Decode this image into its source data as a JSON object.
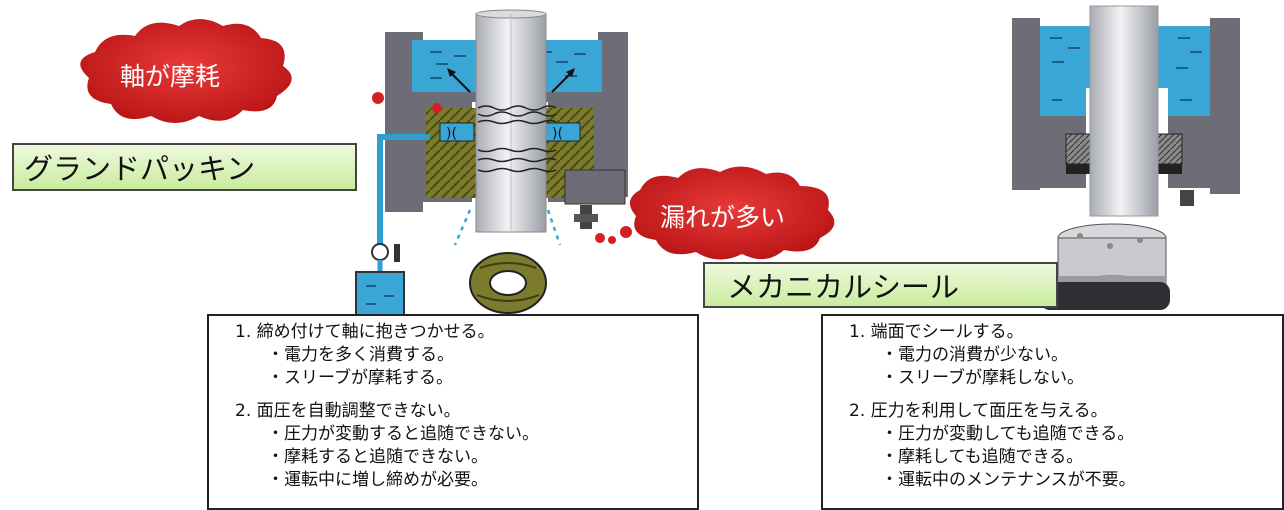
{
  "gland_packing": {
    "title": "グランドパッキン",
    "callout_wear": "軸が摩耗",
    "callout_leak": "漏れが多い",
    "points": [
      {
        "heading": "1. 締め付けて軸に抱きつかせる。",
        "details": [
          "・電力を多く消費する。",
          "・スリーブが摩耗する。"
        ]
      },
      {
        "heading": "2. 面圧を自動調整できない。",
        "details": [
          "・圧力が変動すると追随できない。",
          "・摩耗すると追随できない。",
          "・運転中に増し締めが必要。"
        ]
      }
    ]
  },
  "mechanical_seal": {
    "title": "メカニカルシール",
    "points": [
      {
        "heading": "1. 端面でシールする。",
        "details": [
          "・電力の消費が少ない。",
          "・スリーブが摩耗しない。"
        ]
      },
      {
        "heading": "2. 圧力を利用して面圧を与える。",
        "details": [
          "・圧力が変動しても追随できる。",
          "・摩耗しても追随できる。",
          "・運転中のメンテナンスが不要。"
        ]
      }
    ]
  },
  "colors": {
    "water": "#2f9fd0",
    "housing": "#6d6d78",
    "packing": "#7a7a2e",
    "cloud": "#d41e1e",
    "title_bg": "#d4f0b0"
  }
}
